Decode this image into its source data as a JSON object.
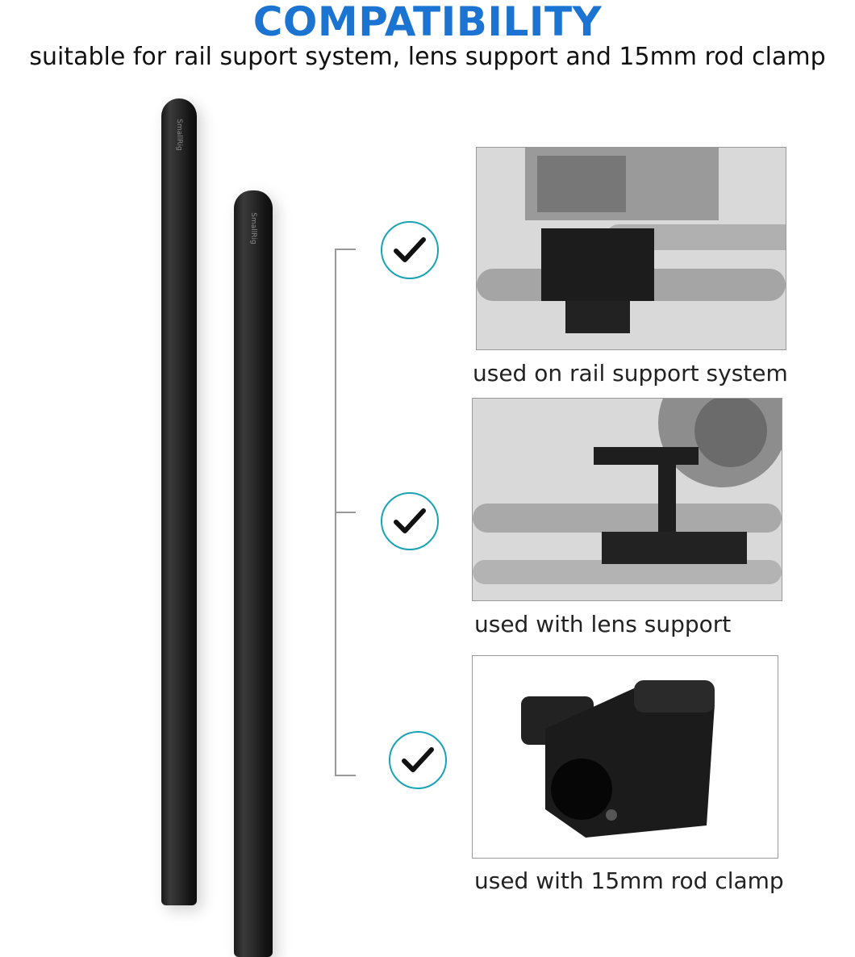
{
  "header": {
    "title": "COMPATIBILITY",
    "subtitle": "suitable for rail suport system, lens support and 15mm rod clamp"
  },
  "rods": {
    "logo_text": "SmallRig"
  },
  "items": [
    {
      "caption": "used on rail support system",
      "icon": "check-icon"
    },
    {
      "caption": "used with lens support",
      "icon": "check-icon"
    },
    {
      "caption": "used with 15mm rod clamp",
      "icon": "check-icon"
    }
  ],
  "colors": {
    "title": "#1b74d1",
    "check": "#19a3b6"
  }
}
